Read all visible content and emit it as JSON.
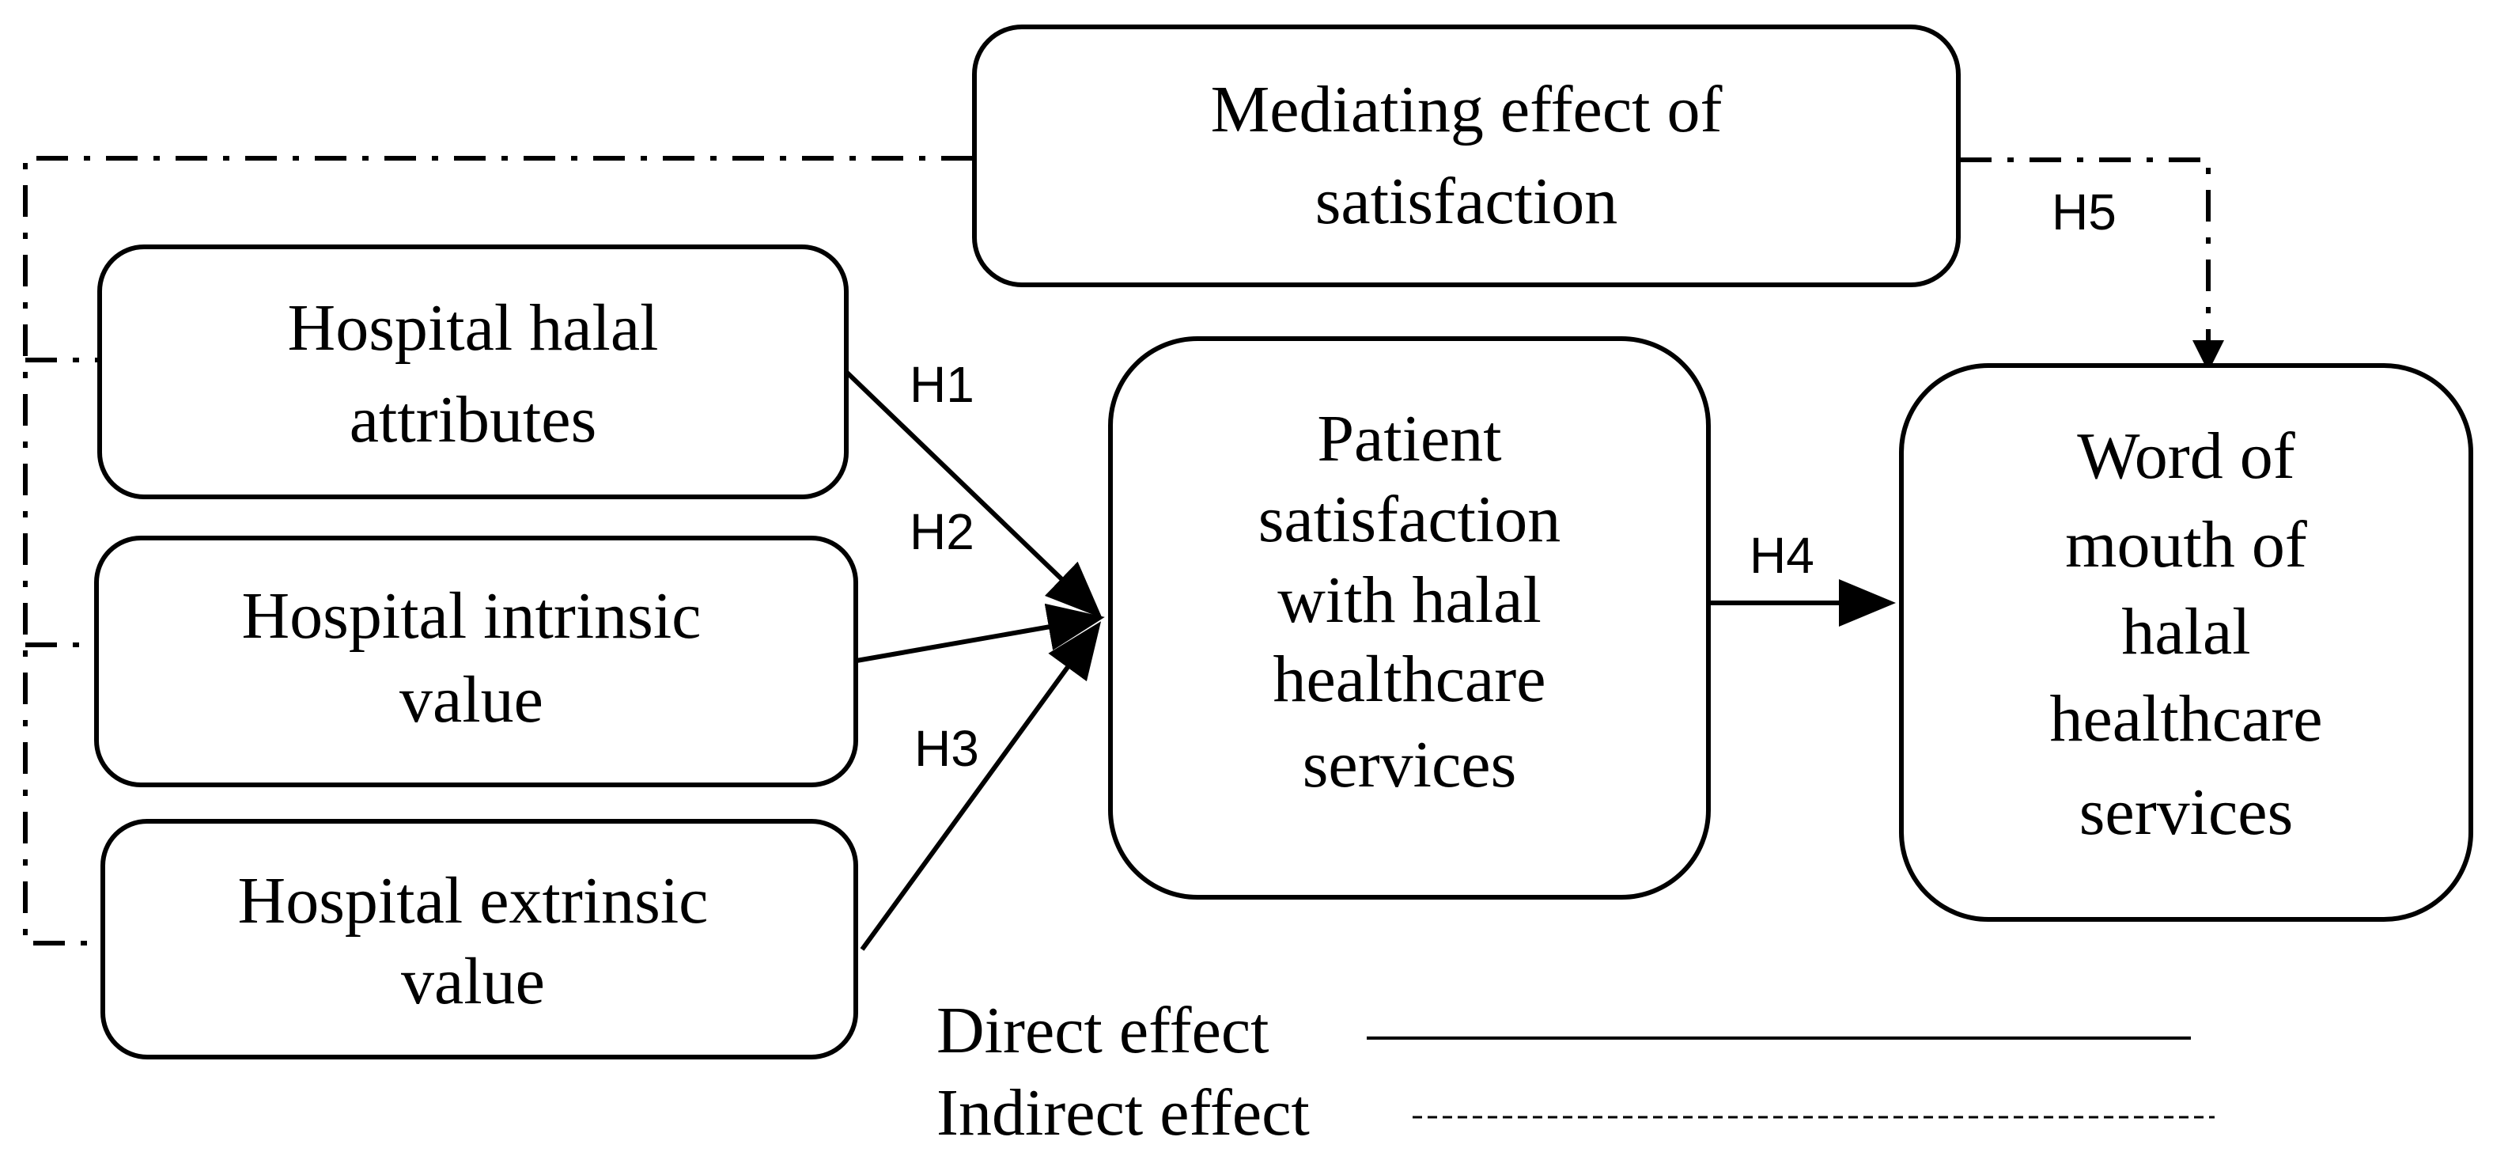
{
  "nodes": {
    "mediating": {
      "lines": [
        "Mediating effect of",
        "satisfaction"
      ]
    },
    "halal_attributes": {
      "lines": [
        "Hospital halal",
        "attributes"
      ]
    },
    "intrinsic_value": {
      "lines": [
        "Hospital intrinsic",
        "value"
      ]
    },
    "extrinsic_value": {
      "lines": [
        "Hospital extrinsic",
        "value"
      ]
    },
    "patient_satisfaction": {
      "lines": [
        "Patient",
        "satisfaction",
        "with halal",
        "healthcare",
        "services"
      ]
    },
    "word_of_mouth": {
      "lines": [
        "Word of",
        "mouth of",
        "halal",
        "healthcare",
        "services"
      ]
    }
  },
  "hypotheses": {
    "h1": "H1",
    "h2": "H2",
    "h3": "H3",
    "h4": "H4",
    "h5": "H5"
  },
  "legend": {
    "direct": "Direct effect",
    "indirect": "Indirect effect"
  },
  "colors": {
    "stroke": "#000000",
    "background": "#ffffff"
  }
}
